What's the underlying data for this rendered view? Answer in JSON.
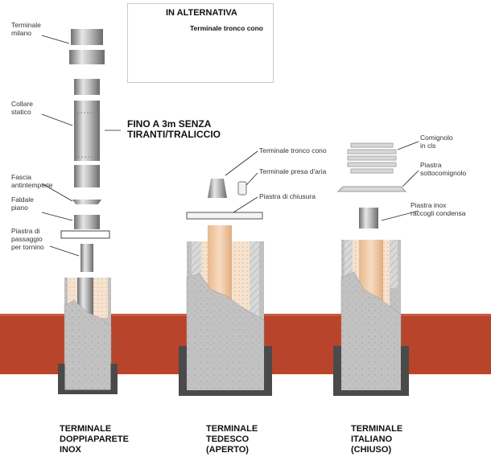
{
  "colors": {
    "brick": "#b9442c",
    "concrete": "#bdbdbd",
    "steel": "#9a9a9a",
    "insulation": "#f3dcc4",
    "clay": "#efc9a0"
  },
  "alternative_box": {
    "title": "IN ALTERNATIVA",
    "label": "Terminale tronco cono"
  },
  "note": "FINO A 3m SENZA\nTIRANTI/TRALICCIO",
  "left_labels": {
    "terminale_milano": "Terminale\nmilano",
    "collare_statico": "Collare\nstatico",
    "fascia": "Fascia\nantintemperie",
    "faldale": "Faldale\npiano",
    "piastra": "Piastra di\npassaggio\nper tornino"
  },
  "middle_labels": {
    "tronco_cono": "Terminale tronco cono",
    "presa_aria": "Terminale presa d'aria",
    "piastra_chiusura": "Piastra di chiusura"
  },
  "right_labels": {
    "comignolo": "Comignolo\nin cls",
    "piastra_sotto": "Piastra\nsottocomignolo",
    "piastra_inox": "Piastra inox\nraccogli condensa"
  },
  "captions": {
    "left": "TERMINALE\nDOPPIAPARETE\nINOX",
    "middle": "TERMINALE\nTEDESCO\n(APERTO)",
    "right": "TERMINALE\nITALIANO\n(CHIUSO)"
  }
}
